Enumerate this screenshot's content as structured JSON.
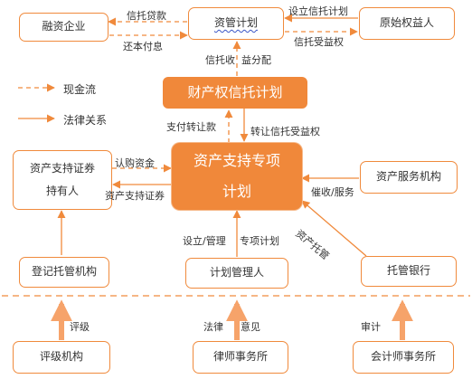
{
  "nodes": {
    "financing_company": "融资企业",
    "asset_mgmt_plan": "资管计划",
    "original_beneficiary": "原始权益人",
    "property_trust_plan": "财产权信托计划",
    "asset_support_plan": "资产支持专项计划",
    "securities_holder": "资产支持证券持有人",
    "asset_service_org": "资产服务机构",
    "registry_custodian": "登记托管机构",
    "plan_manager": "计划管理人",
    "custodian_bank": "托管银行",
    "rating_agency": "评级机构",
    "law_firm": "律师事务所",
    "accounting_firm": "会计师事务所"
  },
  "edge_labels": {
    "trust_loan": "信托贷款",
    "repay": "还本付息",
    "set_trust_right": "设立信托计划",
    "trust_beneficiary_right": "信托受益权",
    "trust_income": "信托收",
    "benefit_distribution": "益分配",
    "pay_transfer": "支付转让款",
    "transfer_trust_right": "转让信托受益权",
    "subscribe_funds": "认购资金",
    "asset_support_securities": "资产支持证券",
    "collection_service": "催收/服务",
    "asset_custody": "资产托管",
    "setup_manage": "设立/管理",
    "special_plan": "专项计划",
    "rating": "评级",
    "legal": "法律",
    "opinion": "意见",
    "audit": "审计"
  },
  "legend": {
    "cash_flow": "现金流",
    "legal_relation": "法律关系"
  },
  "colors": {
    "accent": "#f08a3c",
    "accent_light": "#f6b98a",
    "wavy_underline": "#3a56c6"
  }
}
